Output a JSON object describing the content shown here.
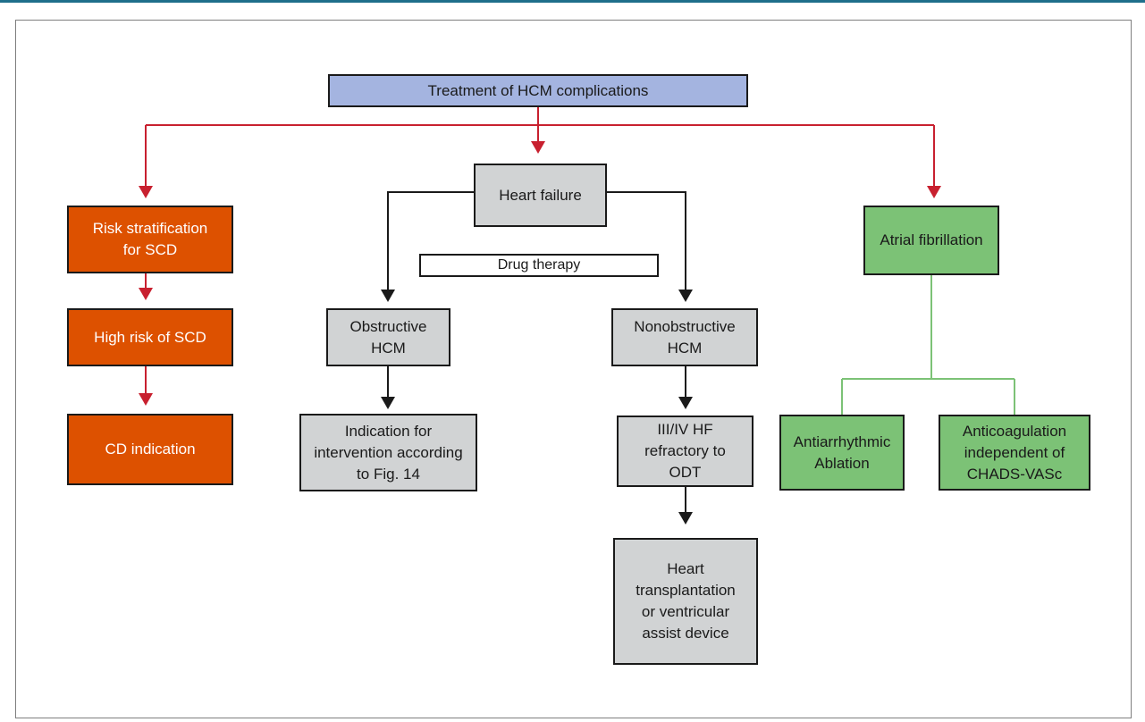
{
  "diagram": {
    "root": "Treatment of HCM complications",
    "heart_failure": "Heart failure",
    "drug_therapy": "Drug therapy",
    "obstructive": "Obstructive\nHCM",
    "nonobstructive": "Nonobstructive\nHCM",
    "intervention": "Indication for\nintervention according\nto Fig. 14",
    "refractory": "III/IV HF\nrefractory to\nODT",
    "transplant": "Heart\ntransplantation\nor ventricular\nassist device",
    "risk_strat": "Risk stratification\nfor SCD",
    "high_risk": "High risk of SCD",
    "cd_indication": "CD indication",
    "af": "Atrial fibrillation",
    "antiarrhythmic": "Antiarrhythmic\nAblation",
    "anticoag": "Anticoagulation\nindependent of\nCHADS-VASc"
  },
  "colors": {
    "root": "#a4b4e0",
    "neutral": "#d1d3d4",
    "scd": "#dd5100",
    "af": "#7cc276",
    "red_connector": "#c8202f",
    "green_connector": "#7cc276",
    "black_connector": "#1a1a1a"
  }
}
